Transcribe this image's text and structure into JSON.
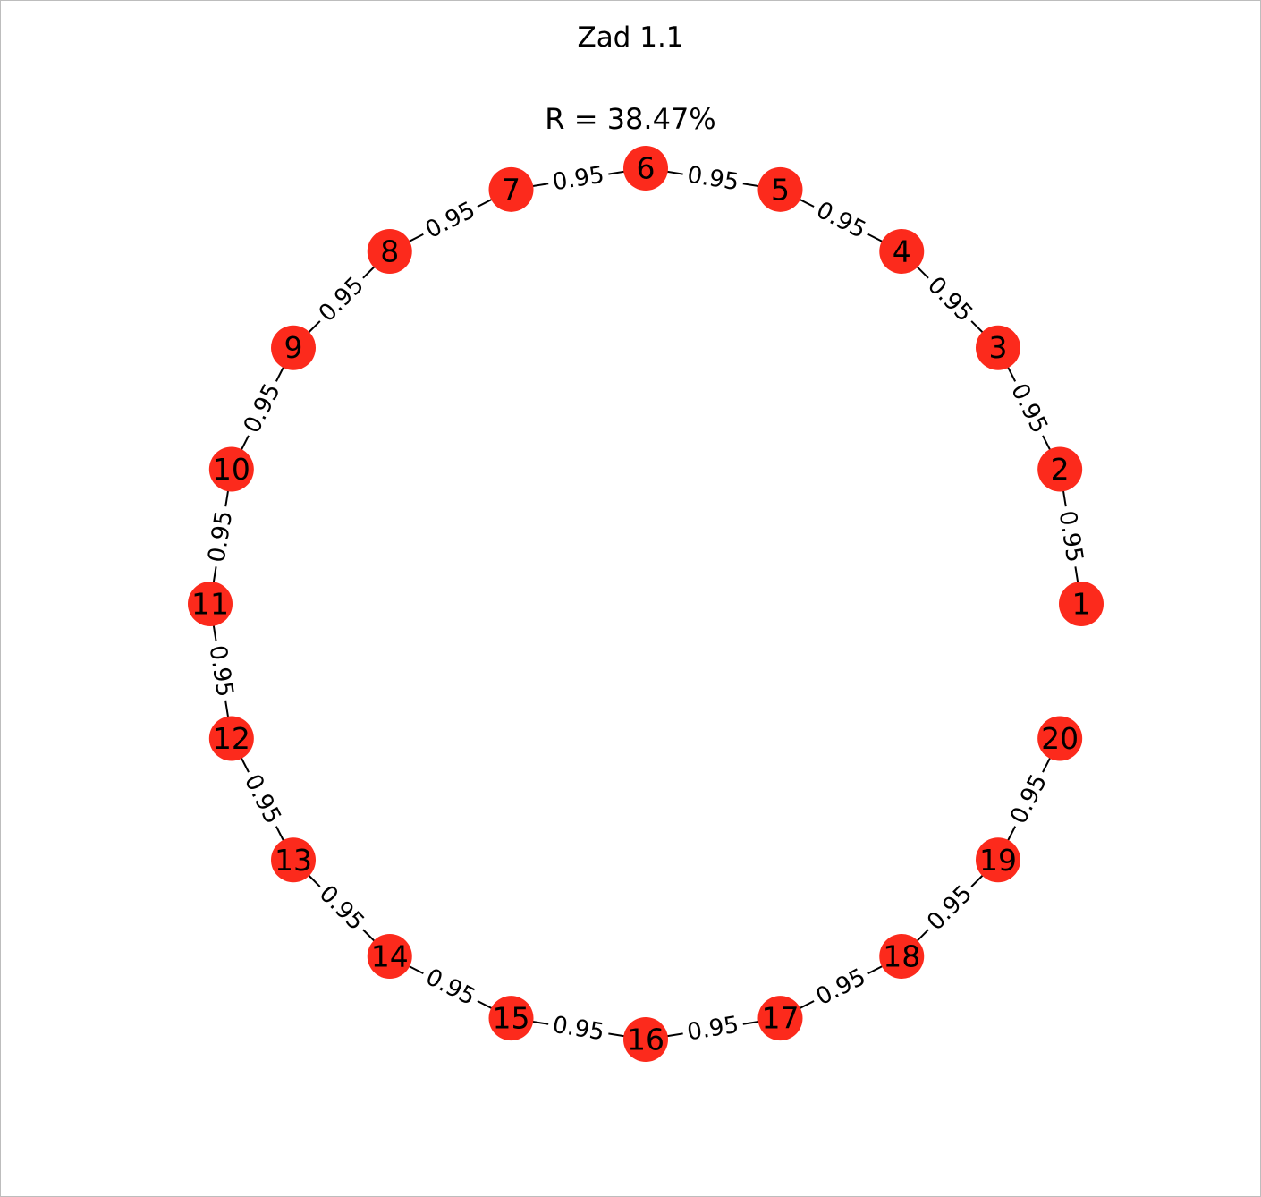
{
  "figure": {
    "title": "Zad 1.1",
    "subtitle": "R = 38.47%"
  },
  "colors": {
    "node": "#fc2a1c",
    "edge": "#000000",
    "background": "#ffffff"
  },
  "graph": {
    "layout": "circular",
    "nodes": [
      "1",
      "2",
      "3",
      "4",
      "5",
      "6",
      "7",
      "8",
      "9",
      "10",
      "11",
      "12",
      "13",
      "14",
      "15",
      "16",
      "17",
      "18",
      "19",
      "20"
    ],
    "edges": [
      {
        "source": "1",
        "target": "2",
        "label": "0.95"
      },
      {
        "source": "2",
        "target": "3",
        "label": "0.95"
      },
      {
        "source": "3",
        "target": "4",
        "label": "0.95"
      },
      {
        "source": "4",
        "target": "5",
        "label": "0.95"
      },
      {
        "source": "5",
        "target": "6",
        "label": "0.95"
      },
      {
        "source": "6",
        "target": "7",
        "label": "0.95"
      },
      {
        "source": "7",
        "target": "8",
        "label": "0.95"
      },
      {
        "source": "8",
        "target": "9",
        "label": "0.95"
      },
      {
        "source": "9",
        "target": "10",
        "label": "0.95"
      },
      {
        "source": "10",
        "target": "11",
        "label": "0.95"
      },
      {
        "source": "11",
        "target": "12",
        "label": "0.95"
      },
      {
        "source": "12",
        "target": "13",
        "label": "0.95"
      },
      {
        "source": "13",
        "target": "14",
        "label": "0.95"
      },
      {
        "source": "14",
        "target": "15",
        "label": "0.95"
      },
      {
        "source": "15",
        "target": "16",
        "label": "0.95"
      },
      {
        "source": "16",
        "target": "17",
        "label": "0.95"
      },
      {
        "source": "17",
        "target": "18",
        "label": "0.95"
      },
      {
        "source": "18",
        "target": "19",
        "label": "0.95"
      },
      {
        "source": "19",
        "target": "20",
        "label": "0.95"
      }
    ]
  }
}
